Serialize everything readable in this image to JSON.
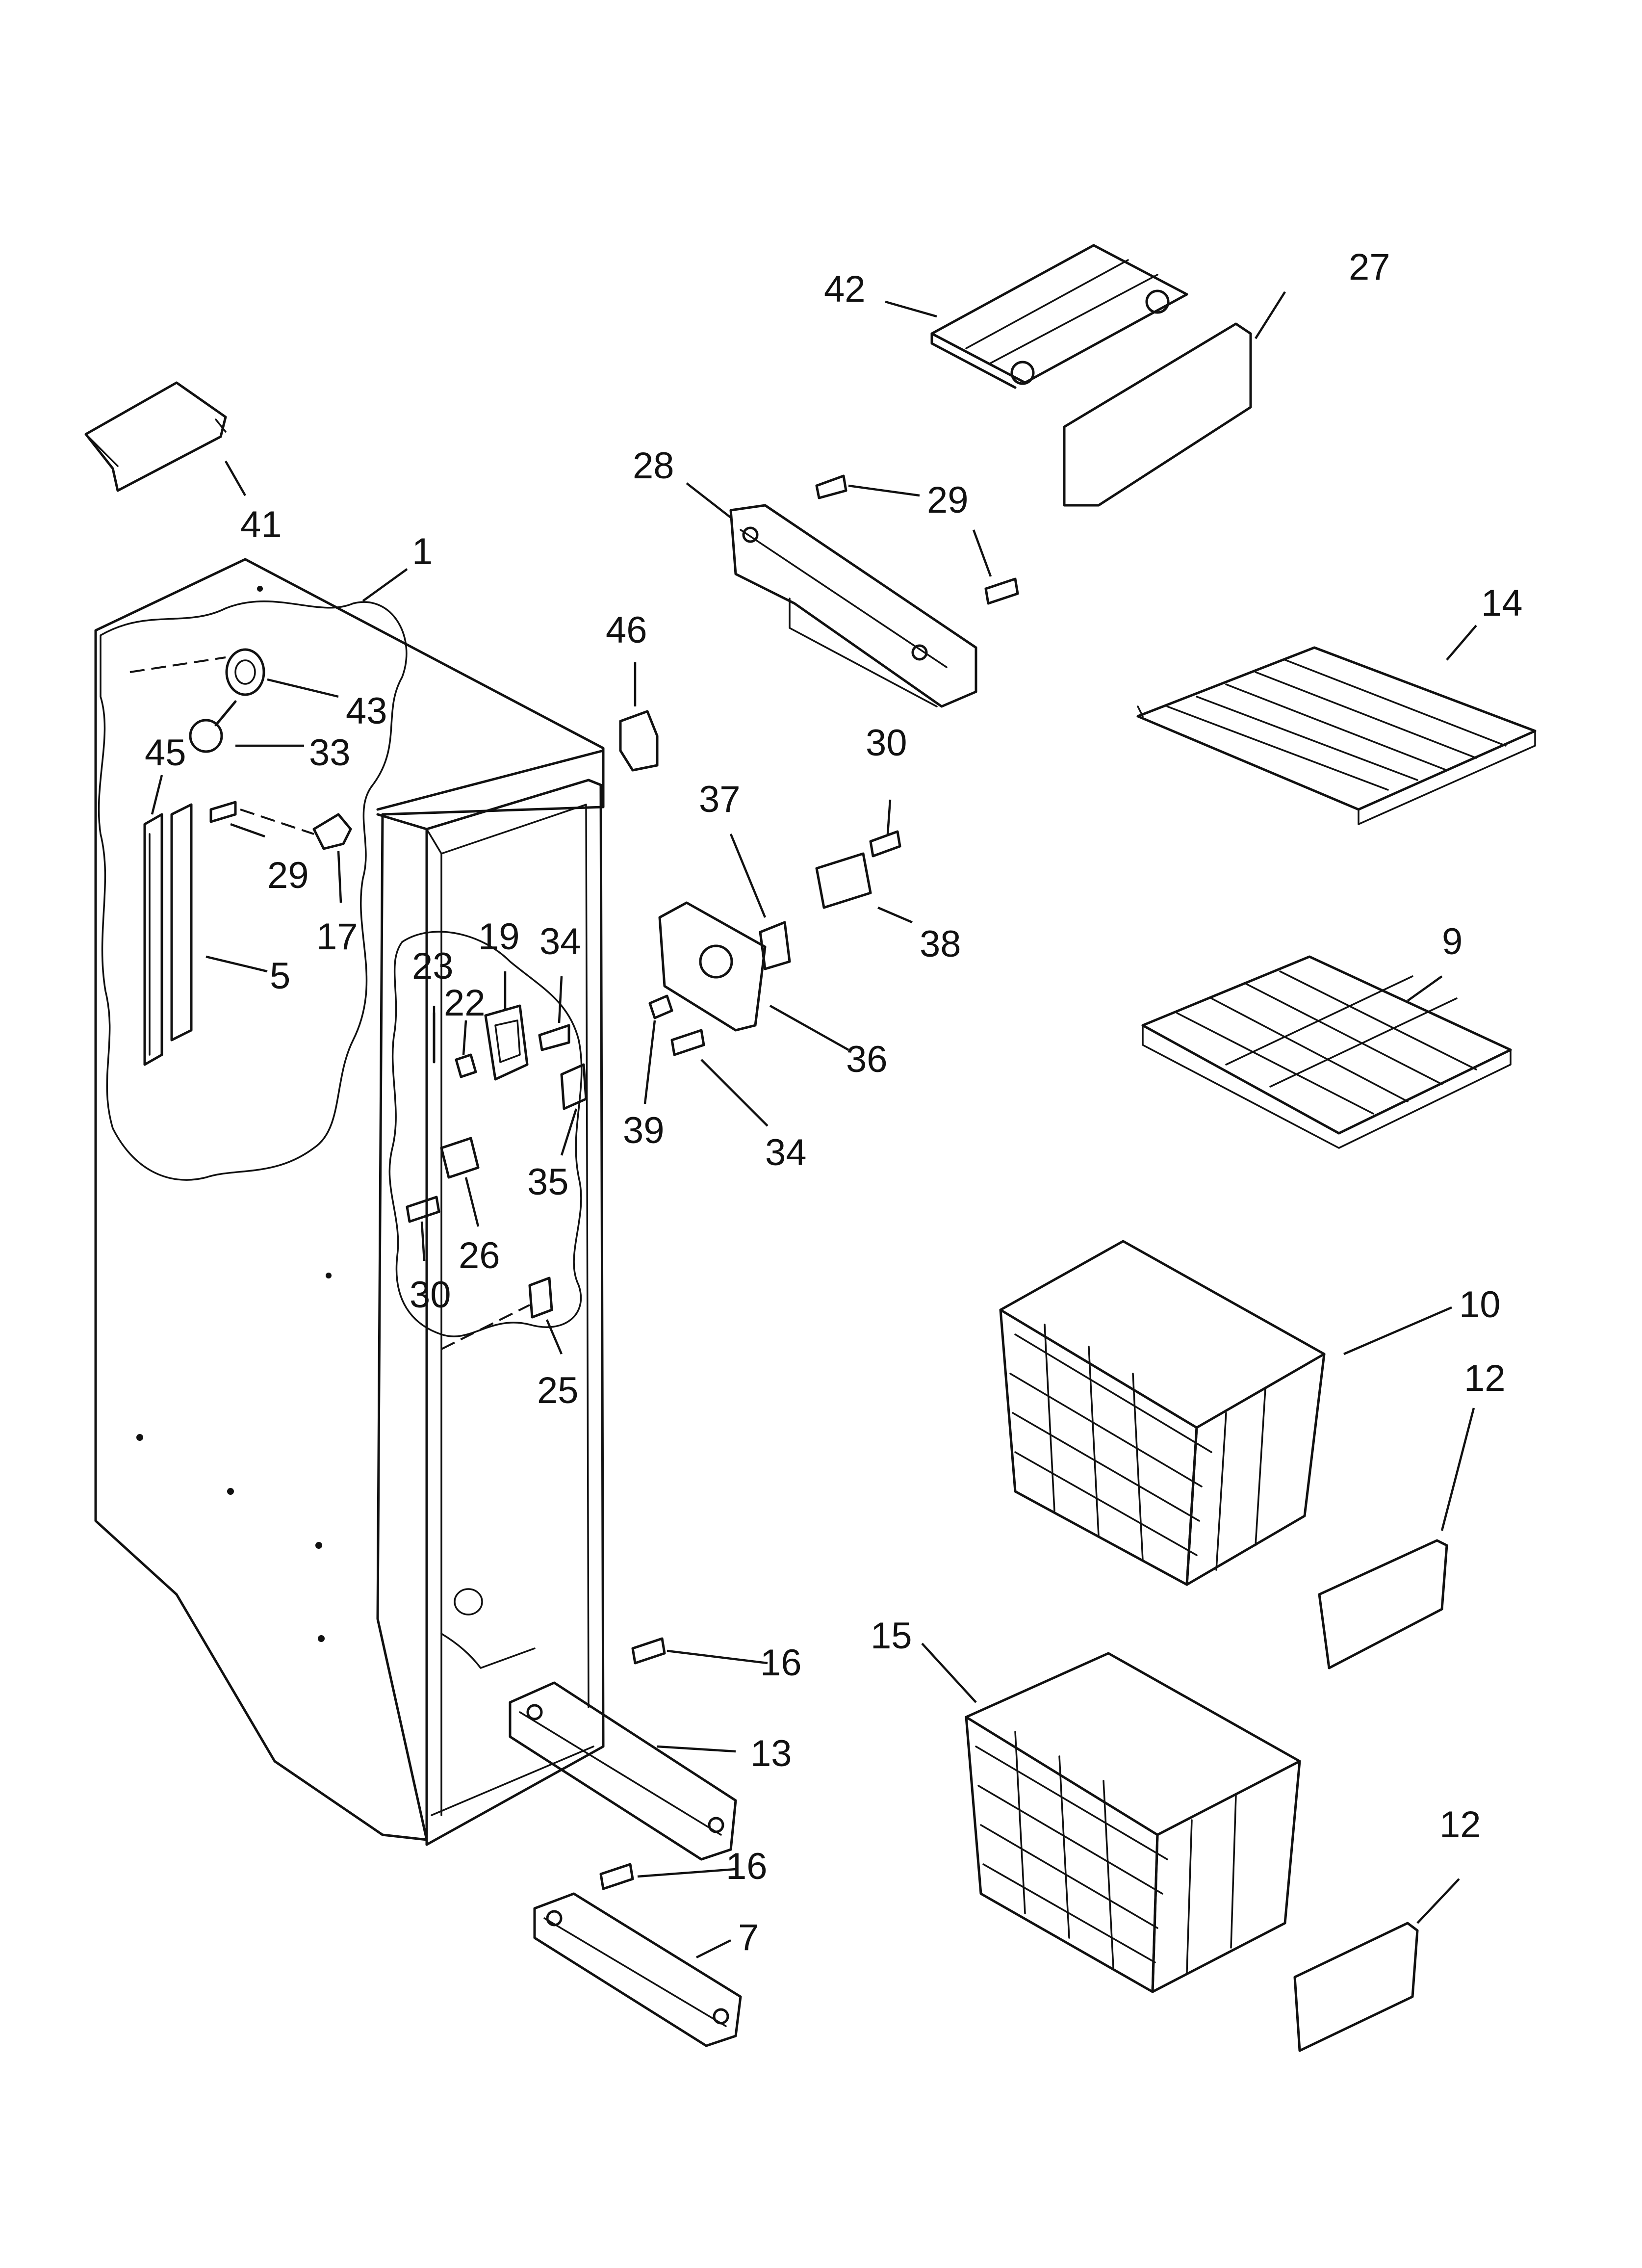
{
  "diagram": {
    "callouts": [
      {
        "id": "c42",
        "label": "42"
      },
      {
        "id": "c27",
        "label": "27"
      },
      {
        "id": "c28",
        "label": "28"
      },
      {
        "id": "c29a",
        "label": "29"
      },
      {
        "id": "c14",
        "label": "14"
      },
      {
        "id": "c41",
        "label": "41"
      },
      {
        "id": "c1",
        "label": "1"
      },
      {
        "id": "c46",
        "label": "46"
      },
      {
        "id": "c43",
        "label": "43"
      },
      {
        "id": "c33",
        "label": "33"
      },
      {
        "id": "c45",
        "label": "45"
      },
      {
        "id": "c30a",
        "label": "30"
      },
      {
        "id": "c37",
        "label": "37"
      },
      {
        "id": "c29b",
        "label": "29"
      },
      {
        "id": "c17",
        "label": "17"
      },
      {
        "id": "c38",
        "label": "38"
      },
      {
        "id": "c9",
        "label": "9"
      },
      {
        "id": "c19",
        "label": "19"
      },
      {
        "id": "c34a",
        "label": "34"
      },
      {
        "id": "c23",
        "label": "23"
      },
      {
        "id": "c22",
        "label": "22"
      },
      {
        "id": "c5",
        "label": "5"
      },
      {
        "id": "c36",
        "label": "36"
      },
      {
        "id": "c39",
        "label": "39"
      },
      {
        "id": "c34b",
        "label": "34"
      },
      {
        "id": "c35",
        "label": "35"
      },
      {
        "id": "c26",
        "label": "26"
      },
      {
        "id": "c30b",
        "label": "30"
      },
      {
        "id": "c10",
        "label": "10"
      },
      {
        "id": "c12a",
        "label": "12"
      },
      {
        "id": "c25",
        "label": "25"
      },
      {
        "id": "c16a",
        "label": "16"
      },
      {
        "id": "c15",
        "label": "15"
      },
      {
        "id": "c13",
        "label": "13"
      },
      {
        "id": "c16b",
        "label": "16"
      },
      {
        "id": "c12b",
        "label": "12"
      },
      {
        "id": "c7",
        "label": "7"
      }
    ]
  }
}
